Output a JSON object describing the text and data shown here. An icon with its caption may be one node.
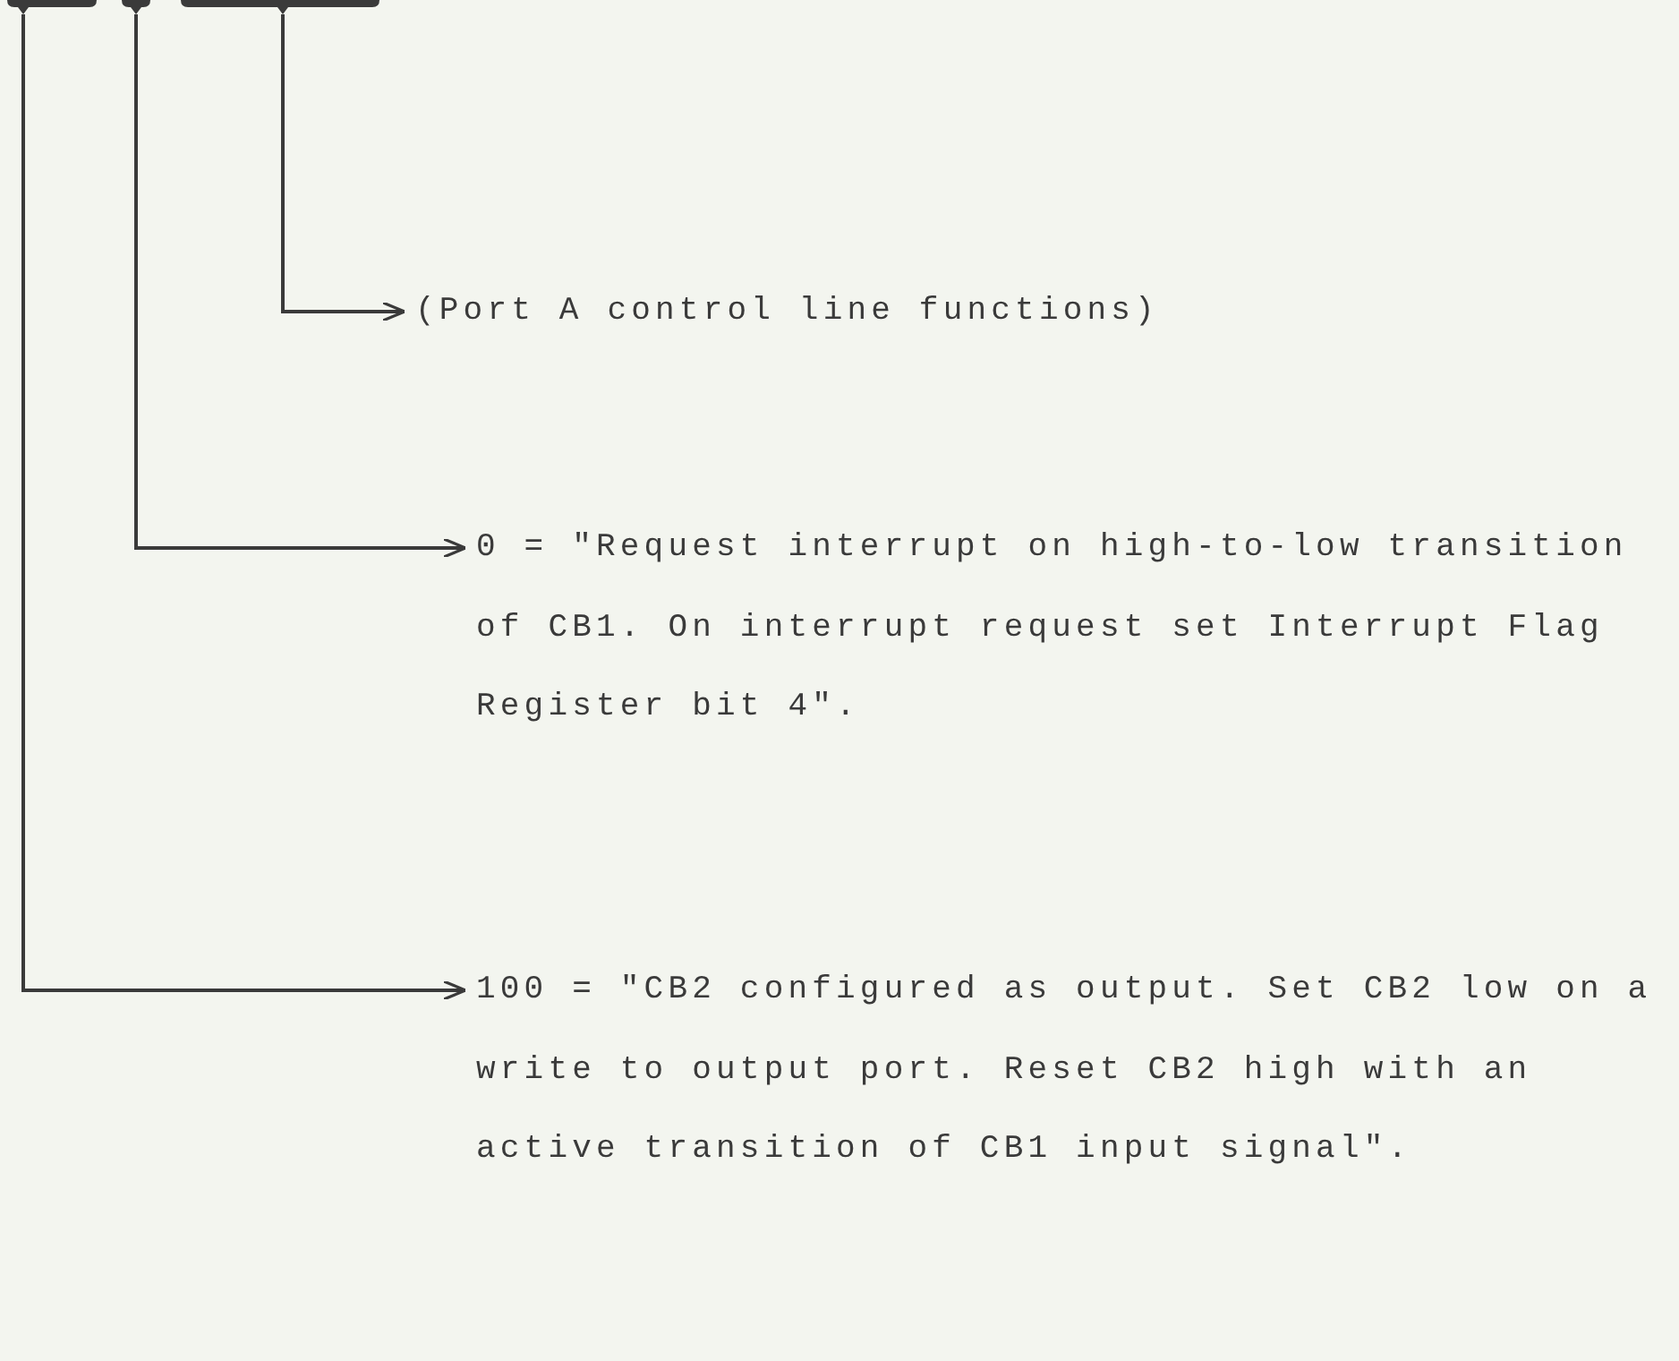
{
  "diagram": {
    "nodes": [
      {
        "text": [],
        "shape": "bar"
      },
      {
        "text": [],
        "shape": "bar"
      },
      {
        "text": [],
        "shape": "bar"
      },
      {
        "text": [
          "(Port A control line functions)"
        ]
      },
      {
        "text": [
          "0 = \"Request interrupt on high-to-low transition of CB1. On interrupt request set Interrupt Flag Register bit 4\"."
        ]
      },
      {
        "text": [
          "100 = \"CB2 configured as output. Set CB2 low on a write to output port. Reset CB2 high with an active transition of CB1 input signal\"."
        ]
      }
    ],
    "edges": [
      {
        "from": 2,
        "to": 3,
        "arrow": "to"
      },
      {
        "from": 1,
        "to": 4,
        "arrow": "to"
      },
      {
        "from": 0,
        "to": 5,
        "arrow": "to"
      }
    ]
  }
}
